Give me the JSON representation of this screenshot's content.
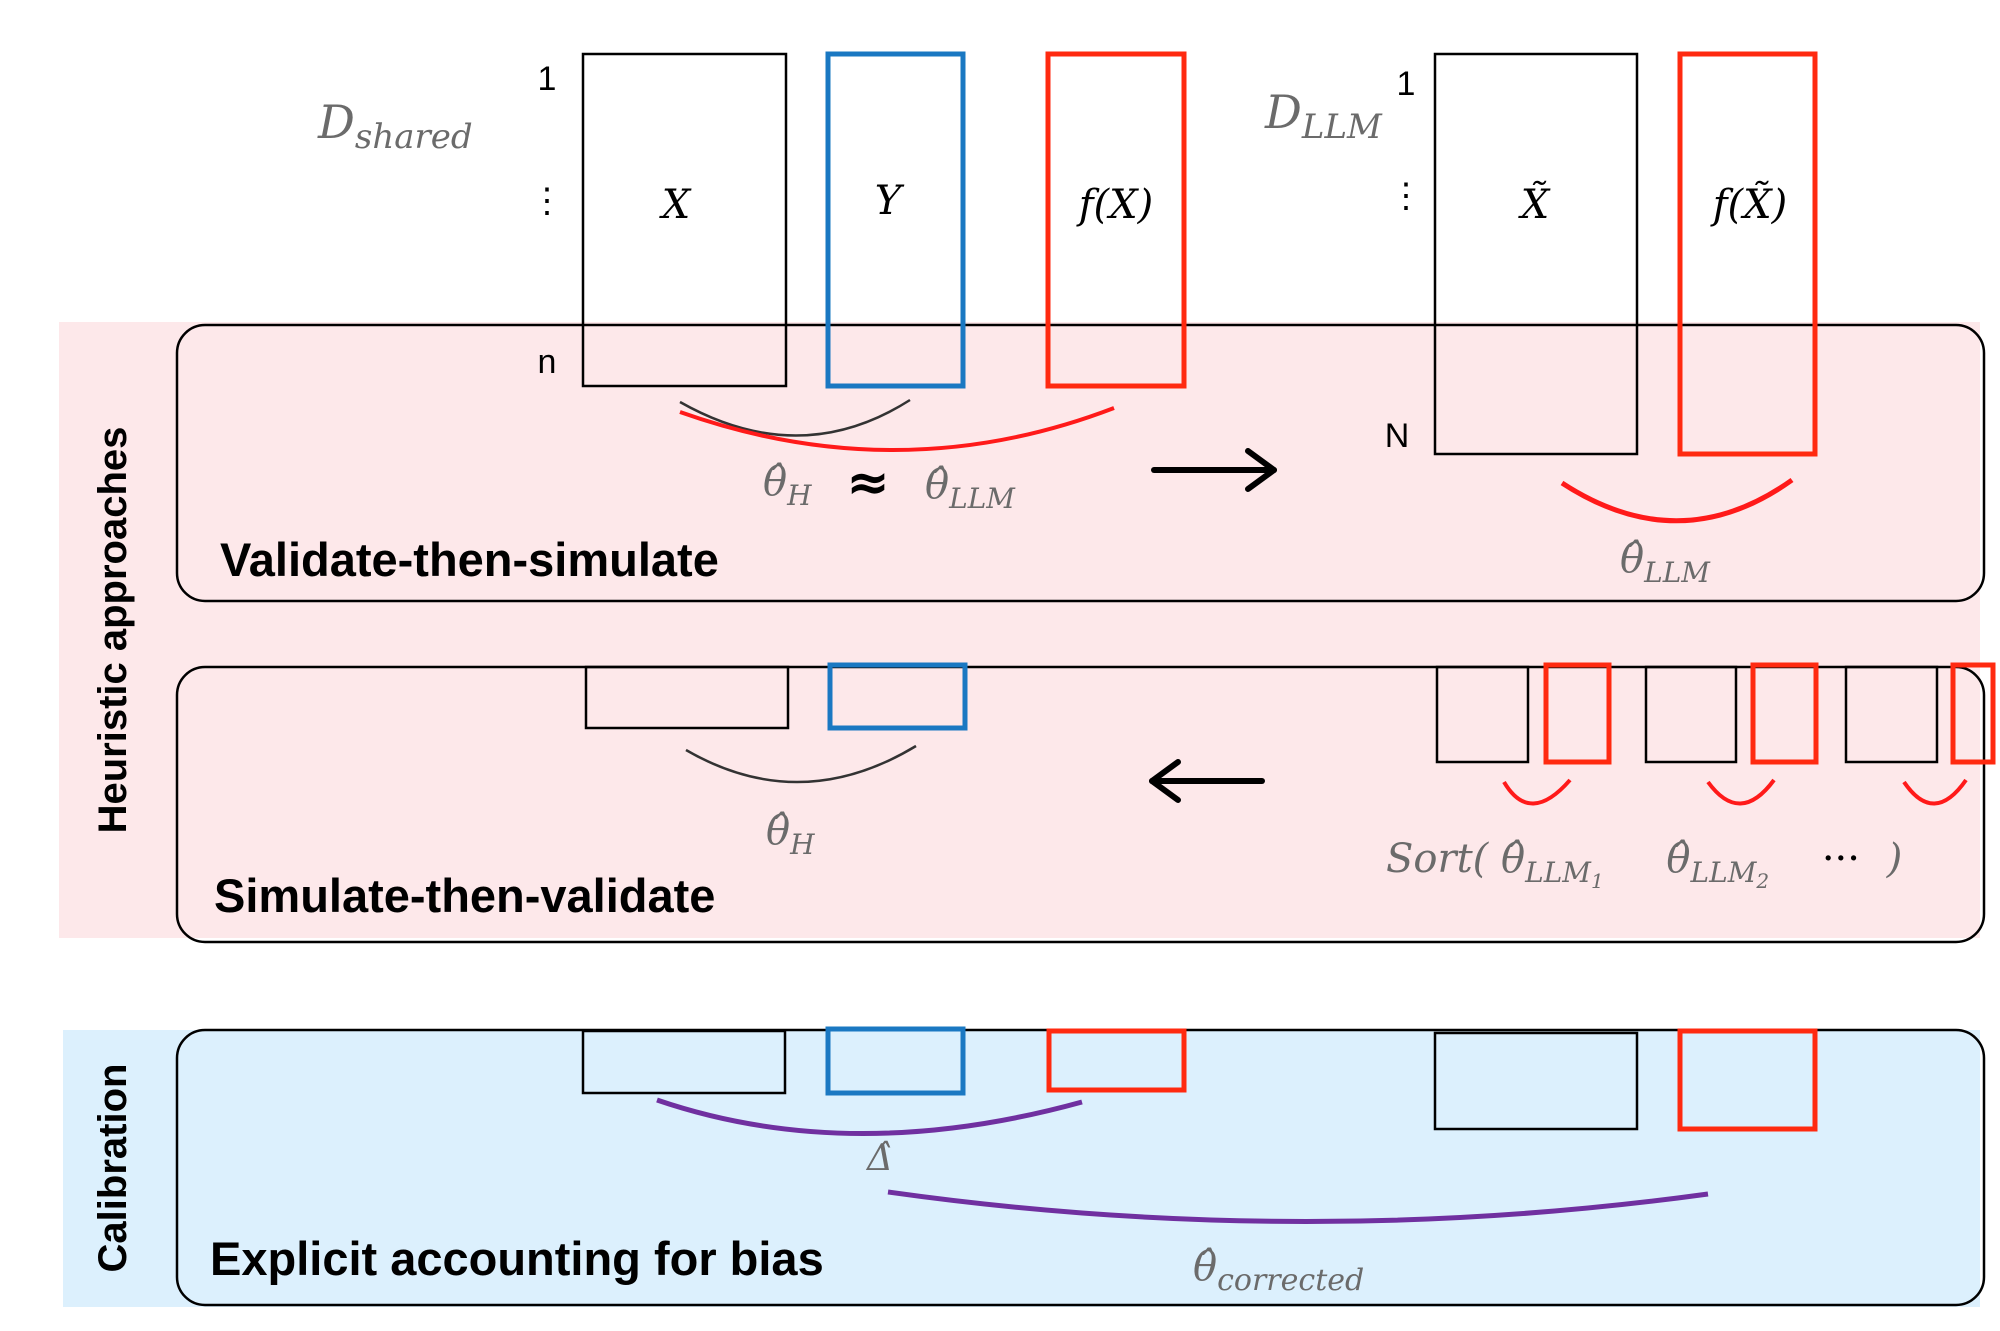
{
  "colors": {
    "heuristic_band": "#fde8ea",
    "calibration_band": "#dcf0fd",
    "human_label_box": "#1a78c2",
    "llm_box": "#ff2a10",
    "human_estimate_arc": "#333333",
    "llm_estimate_arc": "#ff1a1a",
    "calibration_arc": "#7030a0",
    "math_text": "#6b6b6b"
  },
  "bands": {
    "heuristic": {
      "label": "Heuristic approaches"
    },
    "calibration": {
      "label": "Calibration"
    }
  },
  "datasets": {
    "shared": {
      "label_main": "D",
      "label_sub": "shared",
      "row_first": "1",
      "row_ellipsis": "⋮",
      "row_last": "n",
      "columns": [
        {
          "label": "X",
          "kind": "features"
        },
        {
          "label": "Y",
          "kind": "human-labels"
        },
        {
          "label": "f(X)",
          "kind": "llm-predictions"
        }
      ]
    },
    "llm": {
      "label_main": "D",
      "label_sub": "LLM",
      "row_first": "1",
      "row_ellipsis": "⋮",
      "row_last": "N",
      "columns": [
        {
          "label": "X̃",
          "kind": "features"
        },
        {
          "label": "f(X̃)",
          "kind": "llm-predictions"
        }
      ]
    }
  },
  "panels": {
    "validate_then_simulate": {
      "title": "Validate-then-simulate",
      "theta_h": {
        "main": "θ̂",
        "sub": "H"
      },
      "approx": "≈",
      "theta_llm_left": {
        "main": "θ̂",
        "sub": "LLM"
      },
      "theta_llm_right": {
        "main": "θ̂",
        "sub": "LLM"
      },
      "arrow": "right-arrow"
    },
    "simulate_then_validate": {
      "title": "Simulate-then-validate",
      "theta_h": {
        "main": "θ̂",
        "sub": "H"
      },
      "sort_open": "Sort(",
      "theta_llm_1": {
        "main": "θ̂",
        "sub": "LLM",
        "subsub": "1"
      },
      "theta_llm_2": {
        "main": "θ̂",
        "sub": "LLM",
        "subsub": "2"
      },
      "ellipsis": "···",
      "sort_close": ")",
      "arrow": "left-arrow"
    },
    "explicit_accounting": {
      "title": "Explicit accounting for bias",
      "delta": "Δ̂",
      "theta_corrected": {
        "main": "θ̂",
        "sub": "corrected"
      }
    }
  }
}
